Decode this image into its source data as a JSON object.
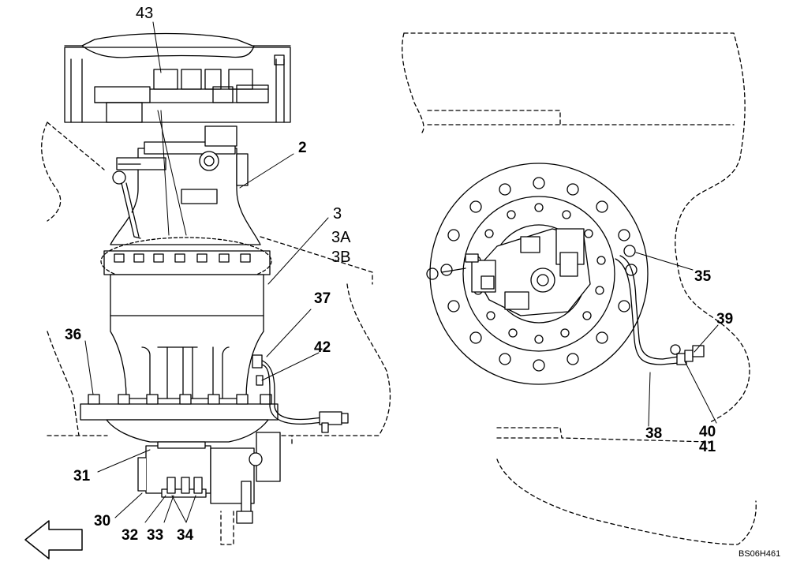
{
  "diagram": {
    "reference": "BS06H461",
    "colors": {
      "ink": "#000000",
      "paper": "#ffffff"
    },
    "callouts": {
      "c43": "43",
      "c2": "2",
      "c3": "3",
      "c3a": "3A",
      "c3b": "3B",
      "c37": "37",
      "c36": "36",
      "c42": "42",
      "c31": "31",
      "c30": "30",
      "c32": "32",
      "c33": "33",
      "c34": "34",
      "c35": "35",
      "c39": "39",
      "c38": "38",
      "c40": "40",
      "c41": "41"
    },
    "direction_arrow": "left-arrow-icon"
  }
}
